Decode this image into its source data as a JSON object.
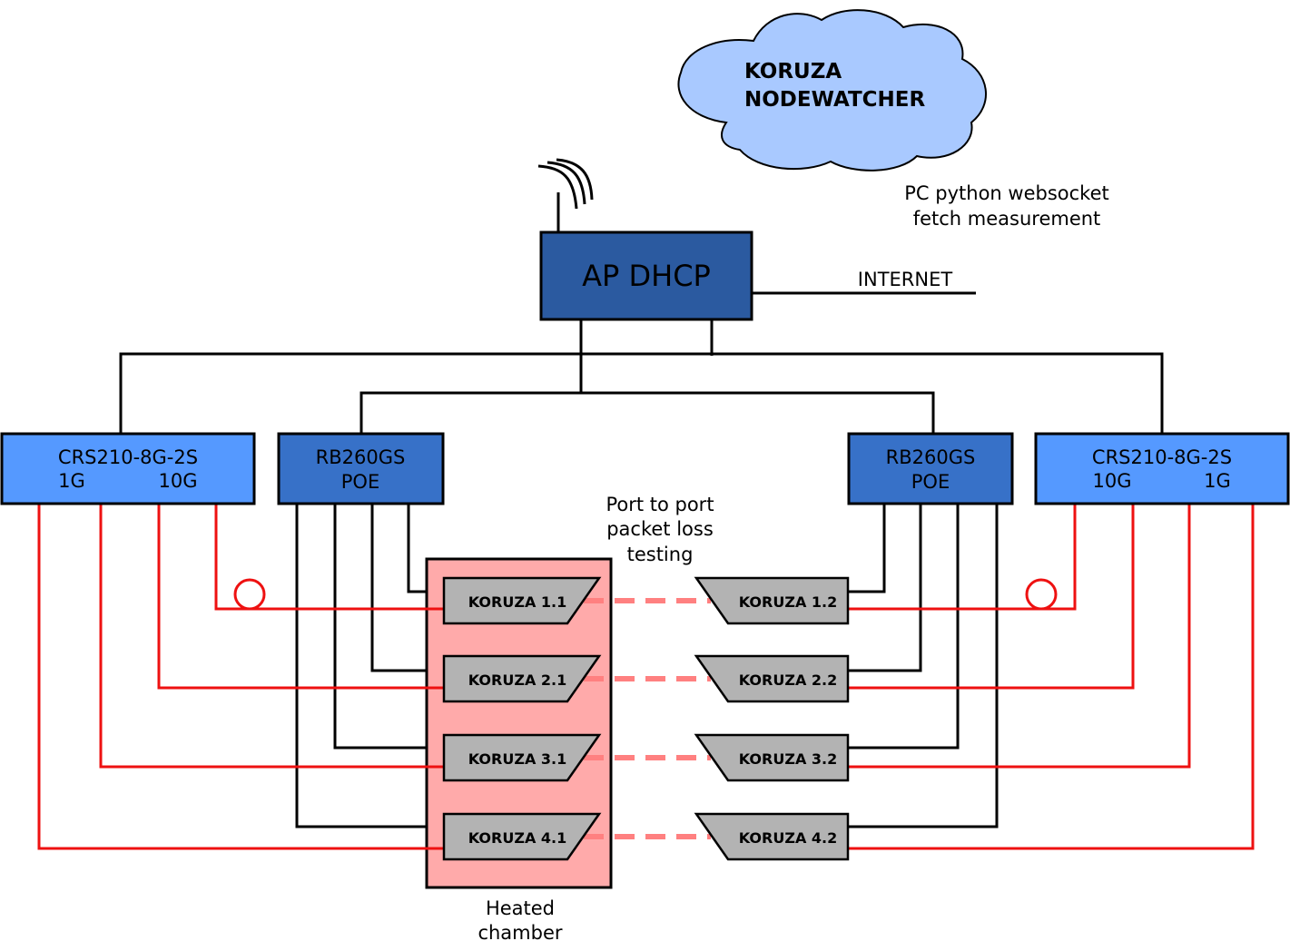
{
  "cloud": {
    "line1": "KORUZA",
    "line2": "NODEWATCHER"
  },
  "pc_note": {
    "line1": "PC python websocket",
    "line2": "fetch measurement"
  },
  "ap": {
    "label": "AP DHCP"
  },
  "internet": {
    "label": "INTERNET"
  },
  "switch_left": {
    "title": "CRS210-8G-2S",
    "port_a": "1G",
    "port_b": "10G"
  },
  "switch_right": {
    "title": "CRS210-8G-2S",
    "port_a": "10G",
    "port_b": "1G"
  },
  "poe_left": {
    "line1": "RB260GS",
    "line2": "POE"
  },
  "poe_right": {
    "line1": "RB260GS",
    "line2": "POE"
  },
  "loss_note": {
    "line1": "Port to port",
    "line2": "packet loss",
    "line3": "testing"
  },
  "chamber": {
    "line1": "Heated",
    "line2": "chamber"
  },
  "units_left": [
    "KORUZA 1.1",
    "KORUZA 2.1",
    "KORUZA 3.1",
    "KORUZA 4.1"
  ],
  "units_right": [
    "KORUZA 1.2",
    "KORUZA 2.2",
    "KORUZA 3.2",
    "KORUZA 4.2"
  ],
  "colors": {
    "cloud_fill": "#a9c9ff",
    "ap_fill": "#2b5aa0",
    "switch_fill": "#5599ff",
    "poe_fill": "#3771c8",
    "chamber_fill": "#ffaaaa",
    "unit_fill": "#b3b3b3",
    "fiber": "#ee1111",
    "optical_link": "#ff8080"
  }
}
